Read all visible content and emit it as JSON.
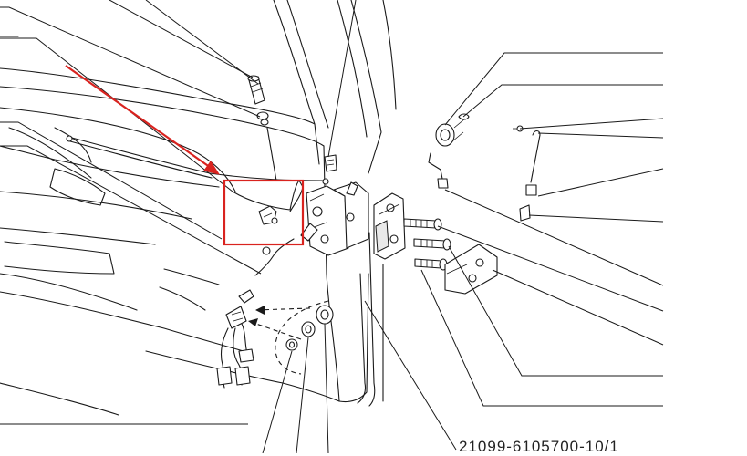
{
  "diagram": {
    "type": "exploded-parts-diagram",
    "subject": "door lock mechanism",
    "catalog_number": "21099-6105700-10/1",
    "highlight_color": "#d9231f",
    "line_color": "#1a1a1a",
    "callout_count": 17
  }
}
